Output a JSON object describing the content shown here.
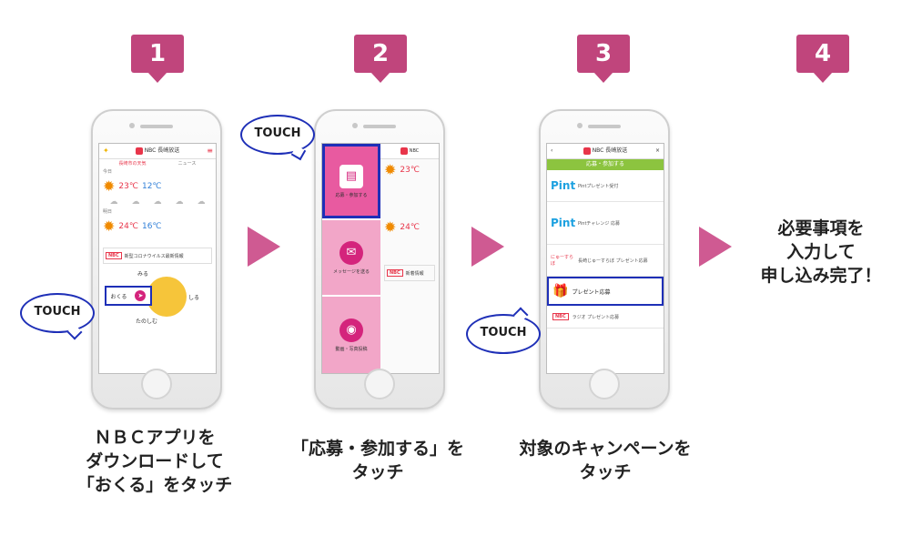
{
  "steps": [
    {
      "number": "1",
      "caption": [
        "ＮＢＣアプリを",
        "ダウンロードして",
        "「おくる」をタッチ"
      ]
    },
    {
      "number": "2",
      "caption": [
        "「応募・参加する」を",
        "タッチ"
      ]
    },
    {
      "number": "3",
      "caption": [
        "対象のキャンペーンを",
        "タッチ"
      ]
    },
    {
      "number": "4",
      "caption": [
        "必要事項を",
        "入力して",
        "申し込み完了！"
      ]
    }
  ],
  "touch_label": "TOUCH",
  "app": {
    "name": "NBC 長崎放送",
    "weather_title": "長崎市の天気",
    "news_label": "ニュース",
    "today": "今日",
    "tomorrow": "明日",
    "today_hi": "23℃",
    "today_lo": "12℃",
    "tomorrow_hi": "24℃",
    "tomorrow_lo": "16℃",
    "banner_text": "新型コロナウイルス最新情報",
    "banner2_text": "新着情報",
    "okuru": "おくる",
    "miru": "みる",
    "shiru": "しる",
    "tanoshimu": "たのしむ"
  },
  "step2_menu": [
    {
      "label": "応募・参加する",
      "icon": "document-icon"
    },
    {
      "label": "メッセージを送る",
      "icon": "mail-icon"
    },
    {
      "label": "動画・写真投稿",
      "icon": "camera-icon"
    }
  ],
  "step3": {
    "header": "NBC 長崎放送",
    "section": "応募・参加する",
    "items": [
      {
        "brand": "Pint",
        "text": "Pintプレゼント受付"
      },
      {
        "brand": "Pint",
        "text": "Pintチャレンジ 応募"
      },
      {
        "brand": "にゅーすらぼ",
        "text": "長崎じゅーすらぼ プレゼント応募"
      },
      {
        "brand": "gift",
        "text": "プレゼント応募"
      },
      {
        "brand": "NBC",
        "text": "ラジオ プレゼント応募"
      }
    ]
  },
  "colors": {
    "accent": "#c0457c",
    "touch_border": "#1e2fb7",
    "arrow": "#cf5a92"
  }
}
